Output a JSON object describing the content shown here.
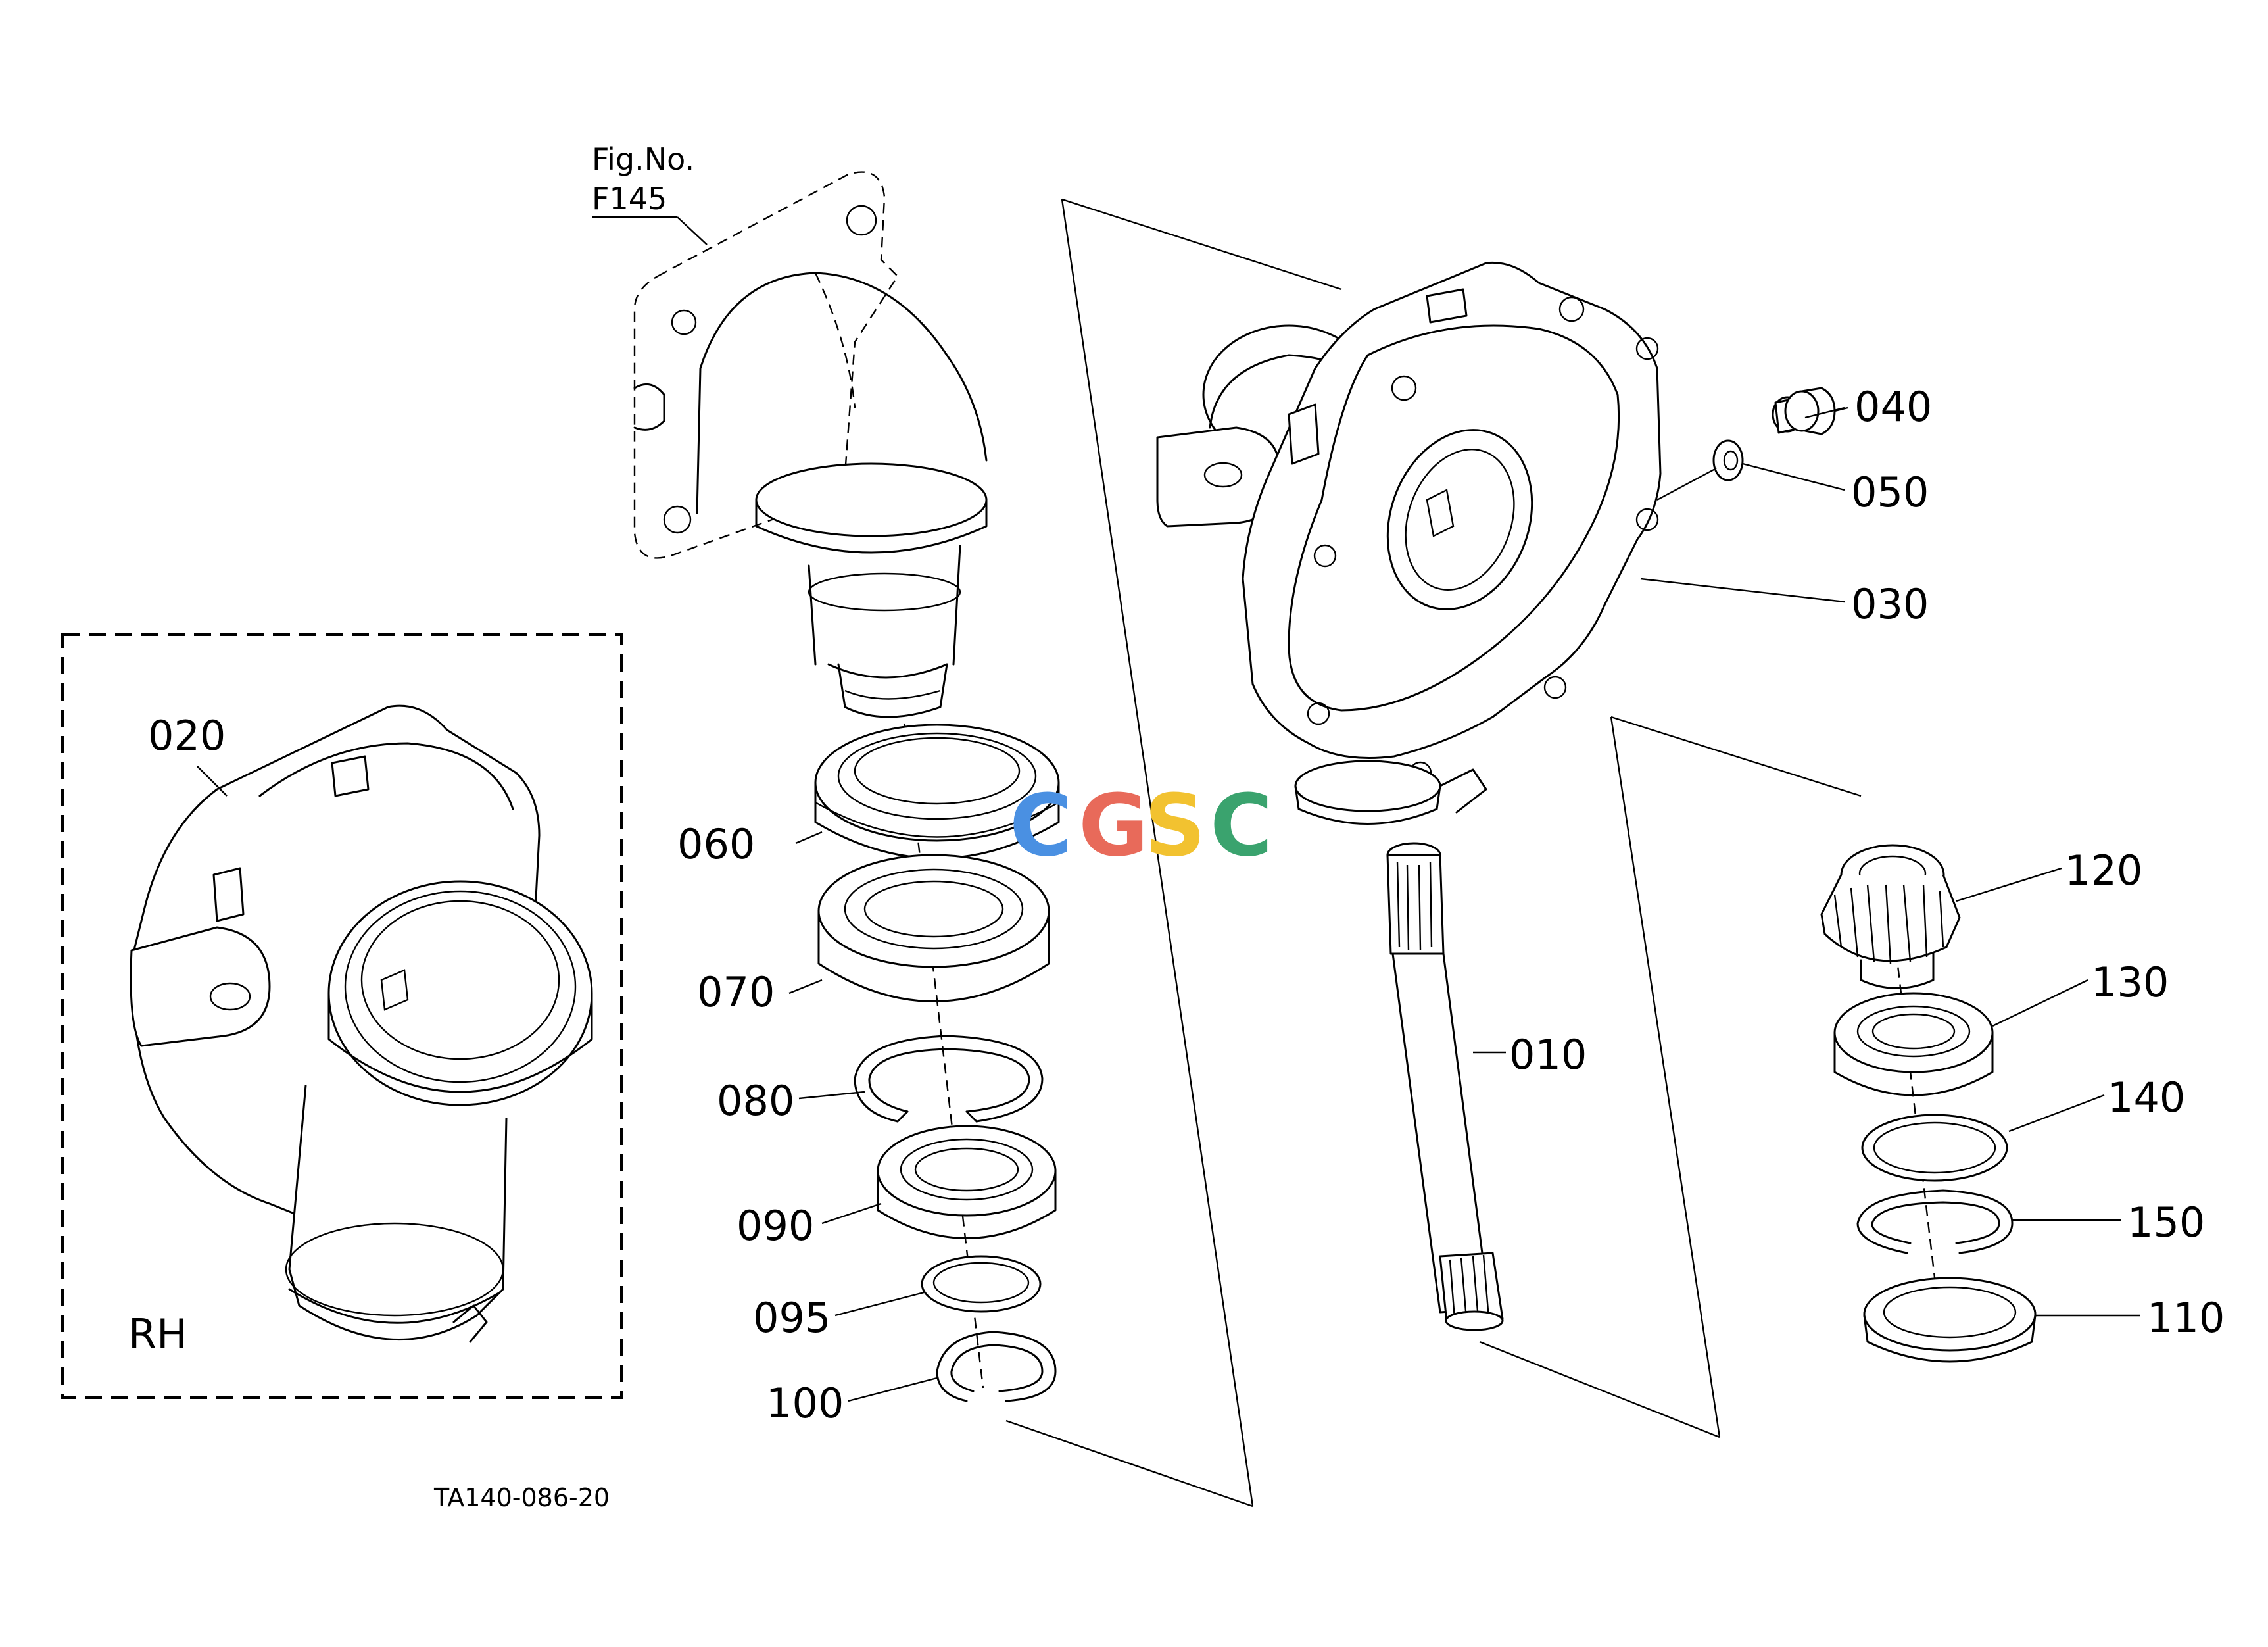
{
  "figure": {
    "fig_label": "Fig.No.",
    "fig_number": "F145",
    "drawing_code": "TA140-086-20",
    "variant_label": "RH"
  },
  "watermark": {
    "letters": [
      "C",
      "G",
      "S",
      "C"
    ],
    "colors": [
      "#4a90e2",
      "#e86a5a",
      "#f2c230",
      "#3aa36e"
    ]
  },
  "parts": {
    "p010": "010",
    "p020": "020",
    "p030": "030",
    "p040": "040",
    "p050": "050",
    "p060": "060",
    "p070": "070",
    "p080": "080",
    "p090": "090",
    "p095": "095",
    "p100": "100",
    "p110": "110",
    "p120": "120",
    "p130": "130",
    "p140": "140",
    "p150": "150"
  }
}
